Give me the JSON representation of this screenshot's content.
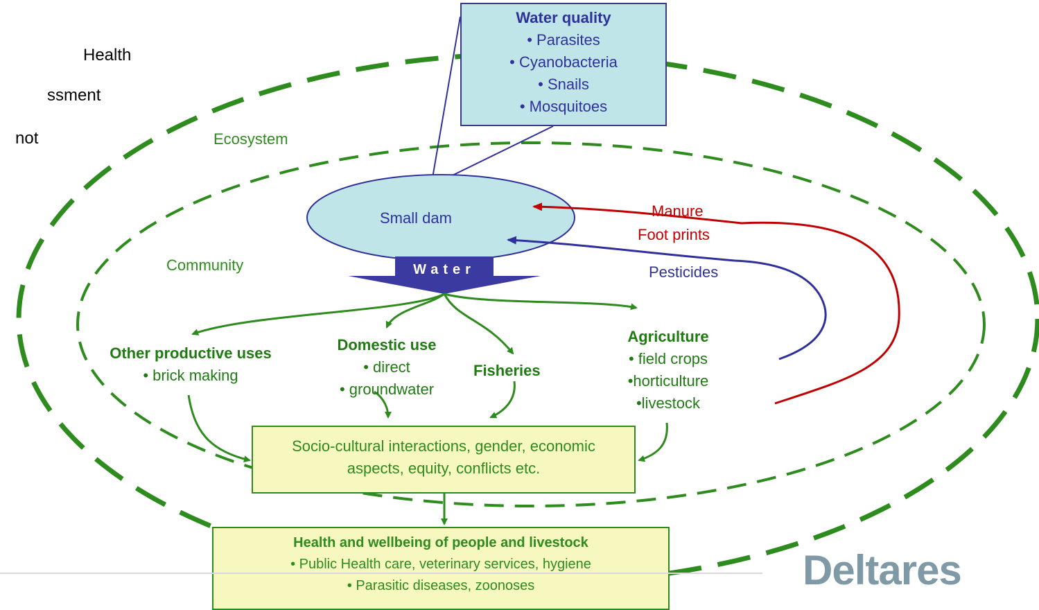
{
  "slide_text": {
    "line1": "Health",
    "line2": "ssment",
    "line3": "not"
  },
  "labels": {
    "ecosystem": "Ecosystem",
    "community": "Community",
    "small_dam": "Small dam",
    "water": "Water",
    "manure": "Manure",
    "foot_prints": "Foot prints",
    "pesticides": "Pesticides"
  },
  "water_quality": {
    "title": "Water quality",
    "items": [
      "• Parasites",
      "• Cyanobacteria",
      "• Snails",
      "• Mosquitoes"
    ]
  },
  "uses": {
    "other": {
      "title": "Other productive uses",
      "items": [
        "• brick making"
      ]
    },
    "domestic": {
      "title": "Domestic use",
      "items": [
        "• direct",
        "• groundwater"
      ]
    },
    "fisheries": {
      "title": "Fisheries"
    },
    "agriculture": {
      "title": "Agriculture",
      "items": [
        "• field crops",
        "•horticulture",
        "•livestock"
      ]
    }
  },
  "socio": {
    "line1": "Socio-cultural interactions, gender, economic",
    "line2": "aspects, equity, conflicts etc."
  },
  "health": {
    "title": "Health and wellbeing of people and livestock",
    "items": [
      "• Public Health care, veterinary services, hygiene",
      "• Parasitic diseases, zoonoses"
    ]
  },
  "logo": "Deltares",
  "colors": {
    "green": "#2e8b1e",
    "blue": "#30309a",
    "red": "#c00000",
    "box_fill_teal": "#bfe5e8",
    "box_fill_yellow": "#f7f7c0",
    "logo_gray": "#7f9aa6"
  }
}
